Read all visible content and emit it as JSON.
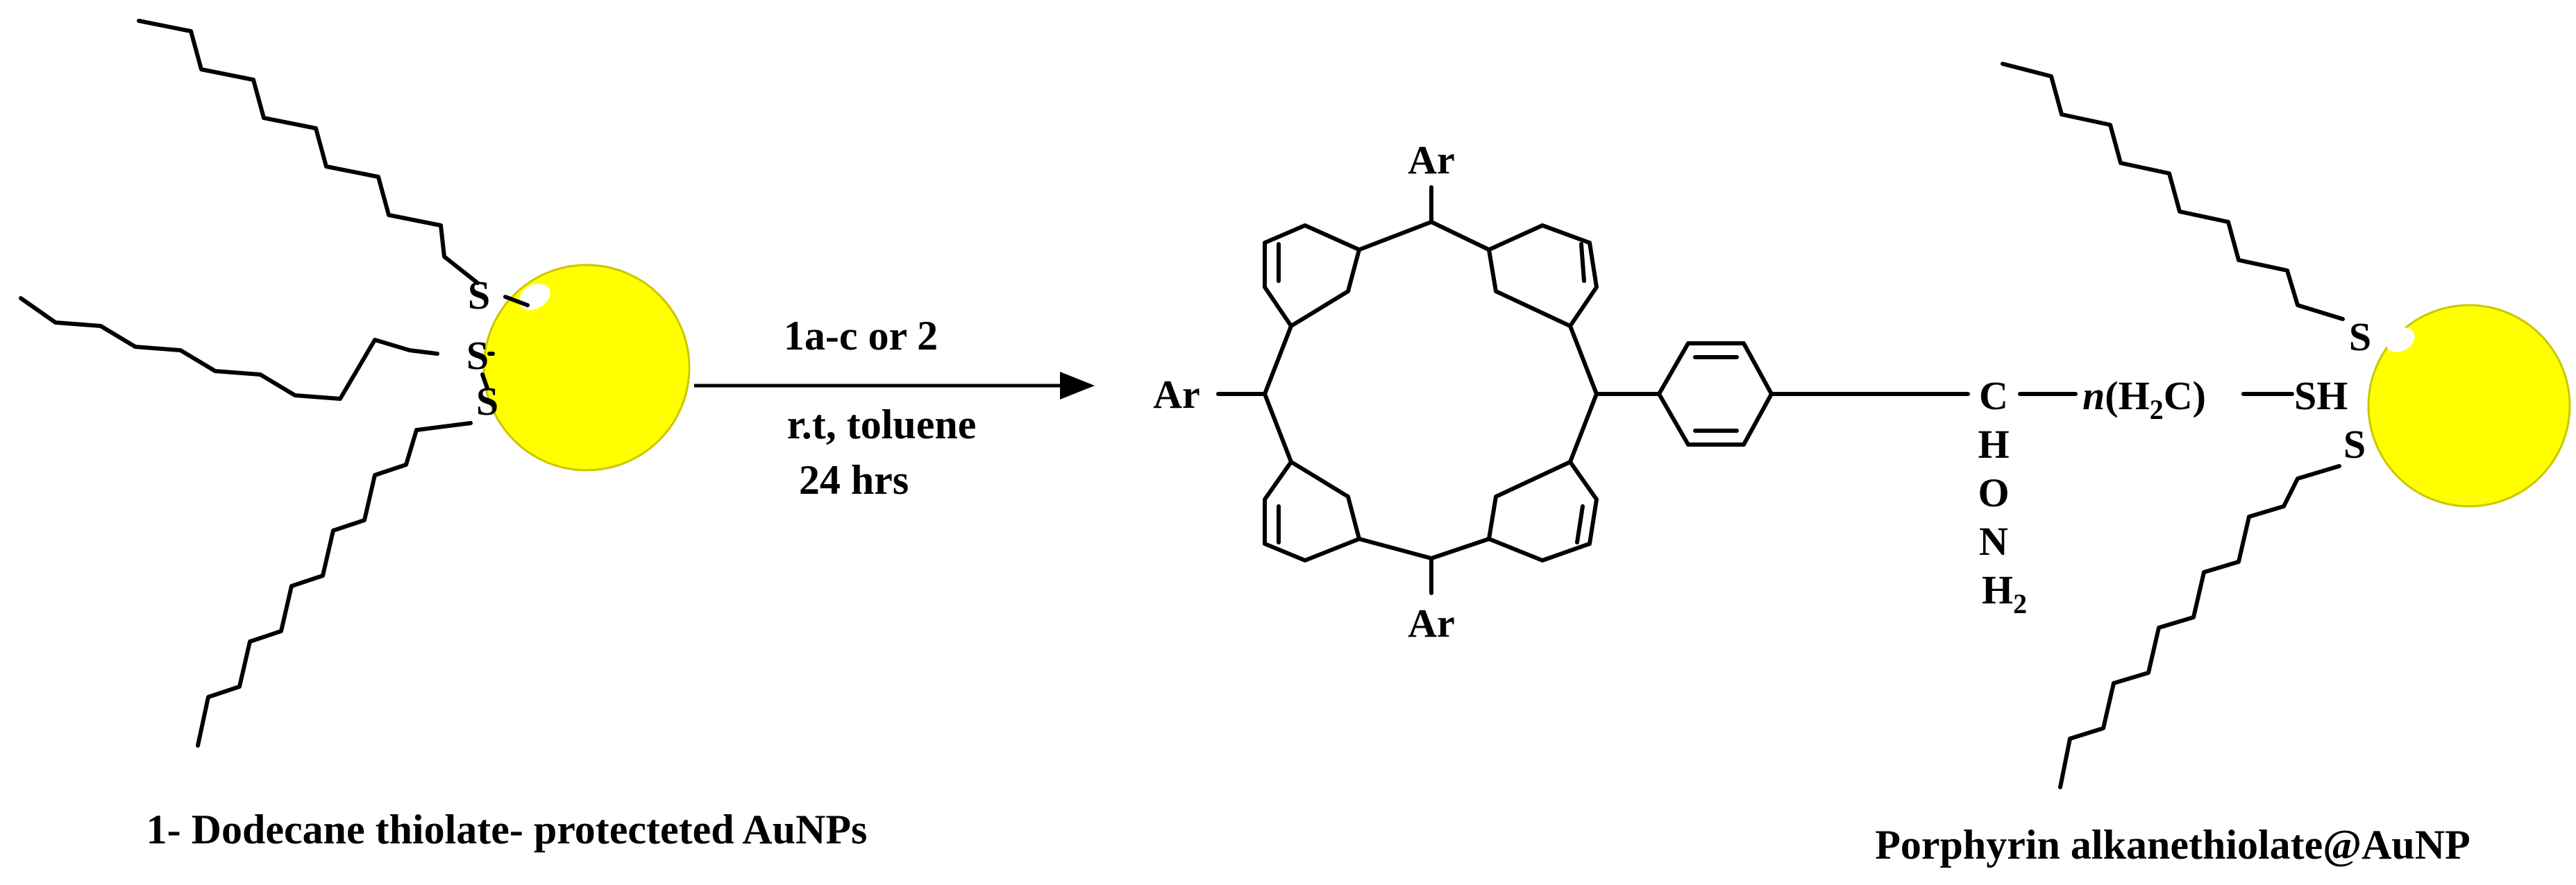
{
  "colors": {
    "line": "#000000",
    "gold": "#ffff00",
    "highlight": "#ffffff"
  },
  "reactant": {
    "sulfur_labels": [
      "S",
      "S",
      "S"
    ],
    "caption": "1- Dodecane thiolate- protecteted AuNPs"
  },
  "reaction": {
    "reagent": "1a-c or 2",
    "conditions_line1": "r.t, toluene",
    "conditions_line2": "24 hrs"
  },
  "product": {
    "ar_top": "Ar",
    "ar_left": "Ar",
    "ar_bottom": "Ar",
    "carbon": "C",
    "hydrogen": "H",
    "oxygen": "O",
    "nitrogen": "N",
    "nh2_h": "H",
    "nh2_sub": "2",
    "chain_n": "n",
    "chain_open": "(H",
    "chain_sub": "2",
    "chain_close": "C)",
    "sh_label": "SH",
    "s_top": "S",
    "s_bottom": "S",
    "caption": "Porphyrin alkanethiolate@AuNP"
  }
}
